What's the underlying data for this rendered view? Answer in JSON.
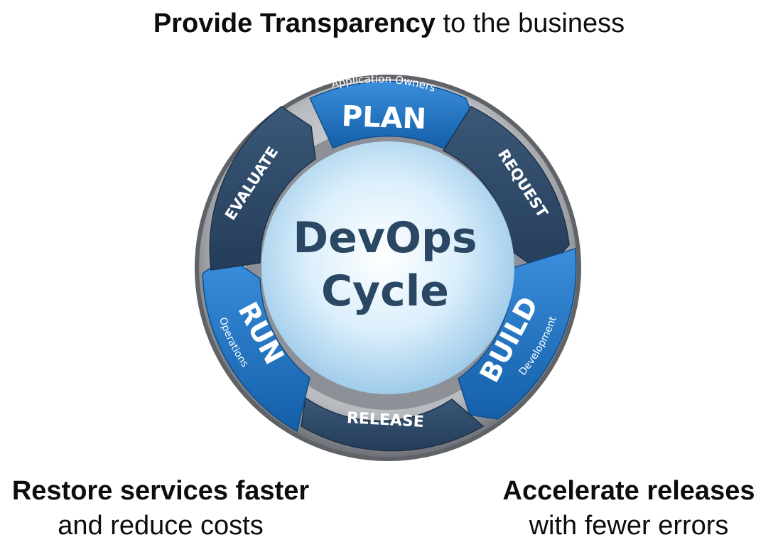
{
  "top_caption": {
    "bold": "Provide Transparency",
    "rest": " to the business"
  },
  "bottom_left": {
    "line1": "Restore services faster",
    "line2": "and reduce costs"
  },
  "bottom_right": {
    "line1": "Accelerate releases",
    "line2": "with fewer errors"
  },
  "center": {
    "line1": "DevOps",
    "line2": "Cycle"
  },
  "segments": {
    "plan": {
      "label": "PLAN",
      "sub": "Application Owners"
    },
    "request": {
      "label": "REQUEST"
    },
    "build": {
      "label": "BUILD",
      "sub": "Development"
    },
    "release": {
      "label": "RELEASE"
    },
    "run": {
      "label": "RUN",
      "sub": "Operations"
    },
    "evaluate": {
      "label": "EVALUATE"
    }
  },
  "colors": {
    "primary_segment": "#1f72c4",
    "secondary_segment": "#2e4a6b",
    "outer_ring": "#7a7d82",
    "center_text": "#2a4763"
  }
}
